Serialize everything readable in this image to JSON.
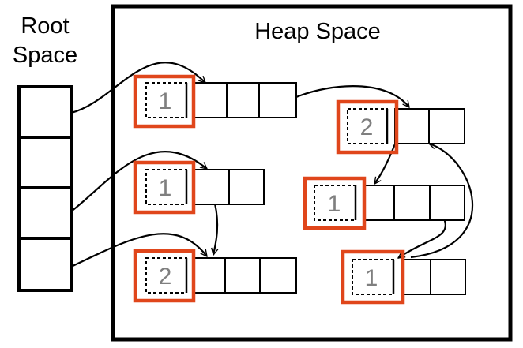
{
  "root_label_line1": "Root",
  "root_label_line2": "Space",
  "heap_label": "Heap Space",
  "colors": {
    "stroke": "#000000",
    "highlight": "#e0461b",
    "count_text": "#7f7f7f",
    "background": "#ffffff"
  },
  "root_slots": [
    {
      "id": "r1"
    },
    {
      "id": "r2"
    },
    {
      "id": "r3"
    },
    {
      "id": "r4"
    }
  ],
  "objects": [
    {
      "id": "A",
      "ref_count": "1",
      "fields": 3
    },
    {
      "id": "B",
      "ref_count": "1",
      "fields": 2
    },
    {
      "id": "C",
      "ref_count": "2",
      "fields": 3
    },
    {
      "id": "D",
      "ref_count": "2",
      "fields": 2
    },
    {
      "id": "E",
      "ref_count": "1",
      "fields": 3
    },
    {
      "id": "F",
      "ref_count": "1",
      "fields": 2
    }
  ],
  "references": [
    {
      "from": "r1",
      "to": "A"
    },
    {
      "from": "r2",
      "to": "B"
    },
    {
      "from": "r3",
      "to": "C"
    },
    {
      "from": "A",
      "to": "D"
    },
    {
      "from": "B",
      "to": "C"
    },
    {
      "from": "D",
      "to": "E"
    },
    {
      "from": "E",
      "to": "F"
    },
    {
      "from": "F",
      "to": "D"
    }
  ]
}
